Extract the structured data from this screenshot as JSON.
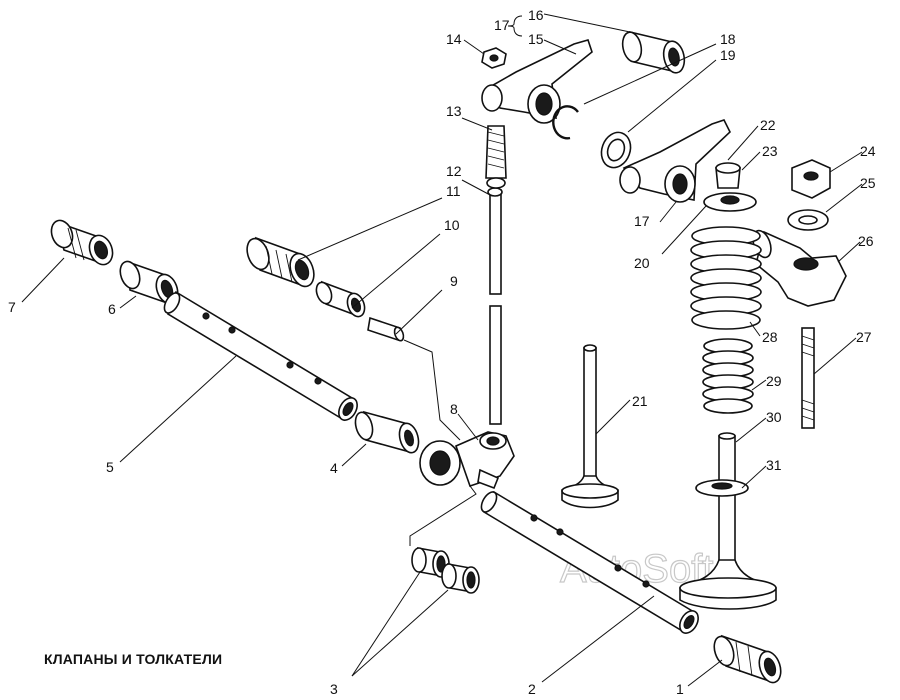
{
  "caption": "КЛАПАНЫ И ТОЛКАТЕЛИ",
  "watermark": "AutoSoft",
  "labels": [
    "1",
    "2",
    "3",
    "4",
    "5",
    "6",
    "7",
    "8",
    "9",
    "10",
    "11",
    "12",
    "13",
    "14",
    "15",
    "16",
    "17",
    "17",
    "18",
    "19",
    "20",
    "21",
    "22",
    "23",
    "24",
    "25",
    "26",
    "27",
    "28",
    "29",
    "30",
    "31"
  ]
}
